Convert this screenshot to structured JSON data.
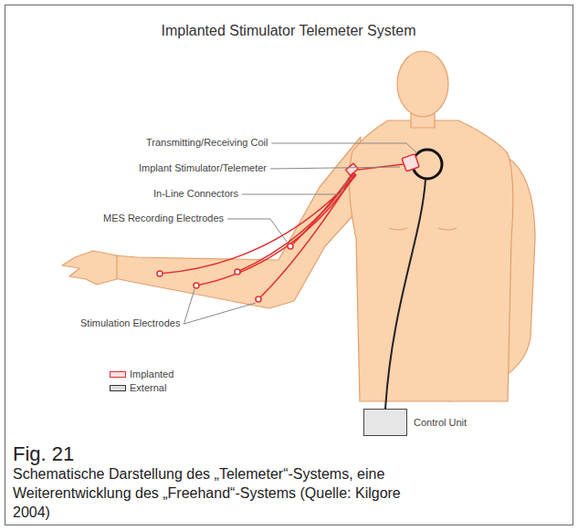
{
  "diagram": {
    "title": "Implanted Stimulator Telemeter System",
    "caption": "Schematische Darstellung des „Telemeter“-Systems, eine Weiterentwicklung des „Freehand“-Systems (Quelle: Kilgore 2004)",
    "nodes": [
      {
        "text": [
          "Control Unit"
        ]
      }
    ],
    "labels": [
      "Transmitting/Receiving Coil",
      "Implant Stimulator/Telemeter",
      "In-Line Connectors",
      "MES Recording Electrodes",
      "Stimulation Electrodes",
      "Fig. 21"
    ],
    "legend": [
      {
        "text": "Implanted"
      },
      {
        "text": "External"
      }
    ]
  }
}
